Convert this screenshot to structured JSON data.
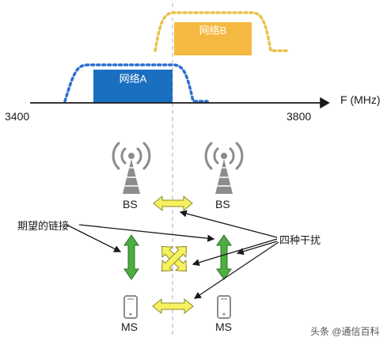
{
  "spectrum": {
    "freq_start": "3400",
    "freq_end": "3800",
    "axis_label": "F (MHz)",
    "network_a": "网络A",
    "network_b": "网络B"
  },
  "nodes": {
    "bs_left": "BS",
    "bs_right": "BS",
    "ms_left": "MS",
    "ms_right": "MS"
  },
  "annotations": {
    "desired_links": "期望的链接",
    "four_interference": "四种干扰"
  },
  "watermark": "头条 @通信百科",
  "colors": {
    "network_a": "#1b6fc1",
    "network_b": "#f5b942",
    "network_a_mask": "#2a6fd0",
    "network_b_mask": "#e8c24a",
    "desired_arrow": "#4caf3f",
    "interference_arrow": "#f7f060",
    "tower": "#8c8c8c",
    "divider": "#b0b0b0"
  }
}
